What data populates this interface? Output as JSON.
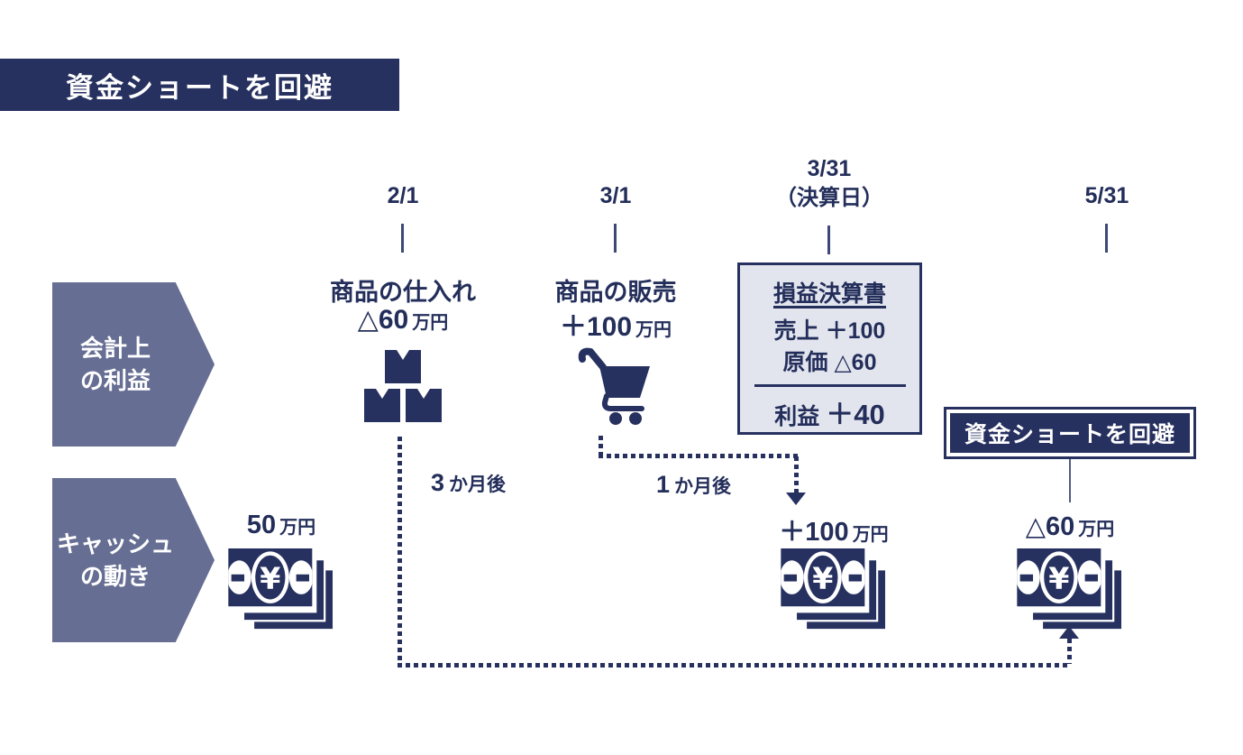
{
  "banner": {
    "title": "資金ショートを回避"
  },
  "timeline": {
    "t1": {
      "date": "2/1"
    },
    "t2": {
      "date": "3/1"
    },
    "t3": {
      "date": "3/31",
      "sub": "（決算日）"
    },
    "t4": {
      "date": "5/31"
    }
  },
  "rows": {
    "accounting": {
      "line1": "会計上",
      "line2": "の利益"
    },
    "cash": {
      "line1": "キャッシュ",
      "line2": "の動き"
    }
  },
  "purchase": {
    "title": "商品の仕入れ",
    "amount": "△60",
    "unit": "万円"
  },
  "sale": {
    "title": "商品の販売",
    "amount": "＋100",
    "unit": "万円"
  },
  "pnl": {
    "title": "損益決算書",
    "revenue_label": "売上",
    "revenue_value": "＋100",
    "cost_label": "原価",
    "cost_value": "△60",
    "profit_label": "利益",
    "profit_value": "＋40"
  },
  "badge": {
    "label": "資金ショートを回避"
  },
  "cash_flow": {
    "opening": {
      "amount": "50",
      "unit": "万円"
    },
    "inflow": {
      "amount": "＋100",
      "unit": "万円"
    },
    "outflow": {
      "amount": "△60",
      "unit": "万円"
    }
  },
  "durations": {
    "three_months": {
      "num": "3",
      "suffix": "か月後"
    },
    "one_month": {
      "num": "1",
      "suffix": "か月後"
    }
  },
  "colors": {
    "navy": "#273160",
    "steel": "#666e93",
    "panel_bg": "#e3e5ee"
  }
}
